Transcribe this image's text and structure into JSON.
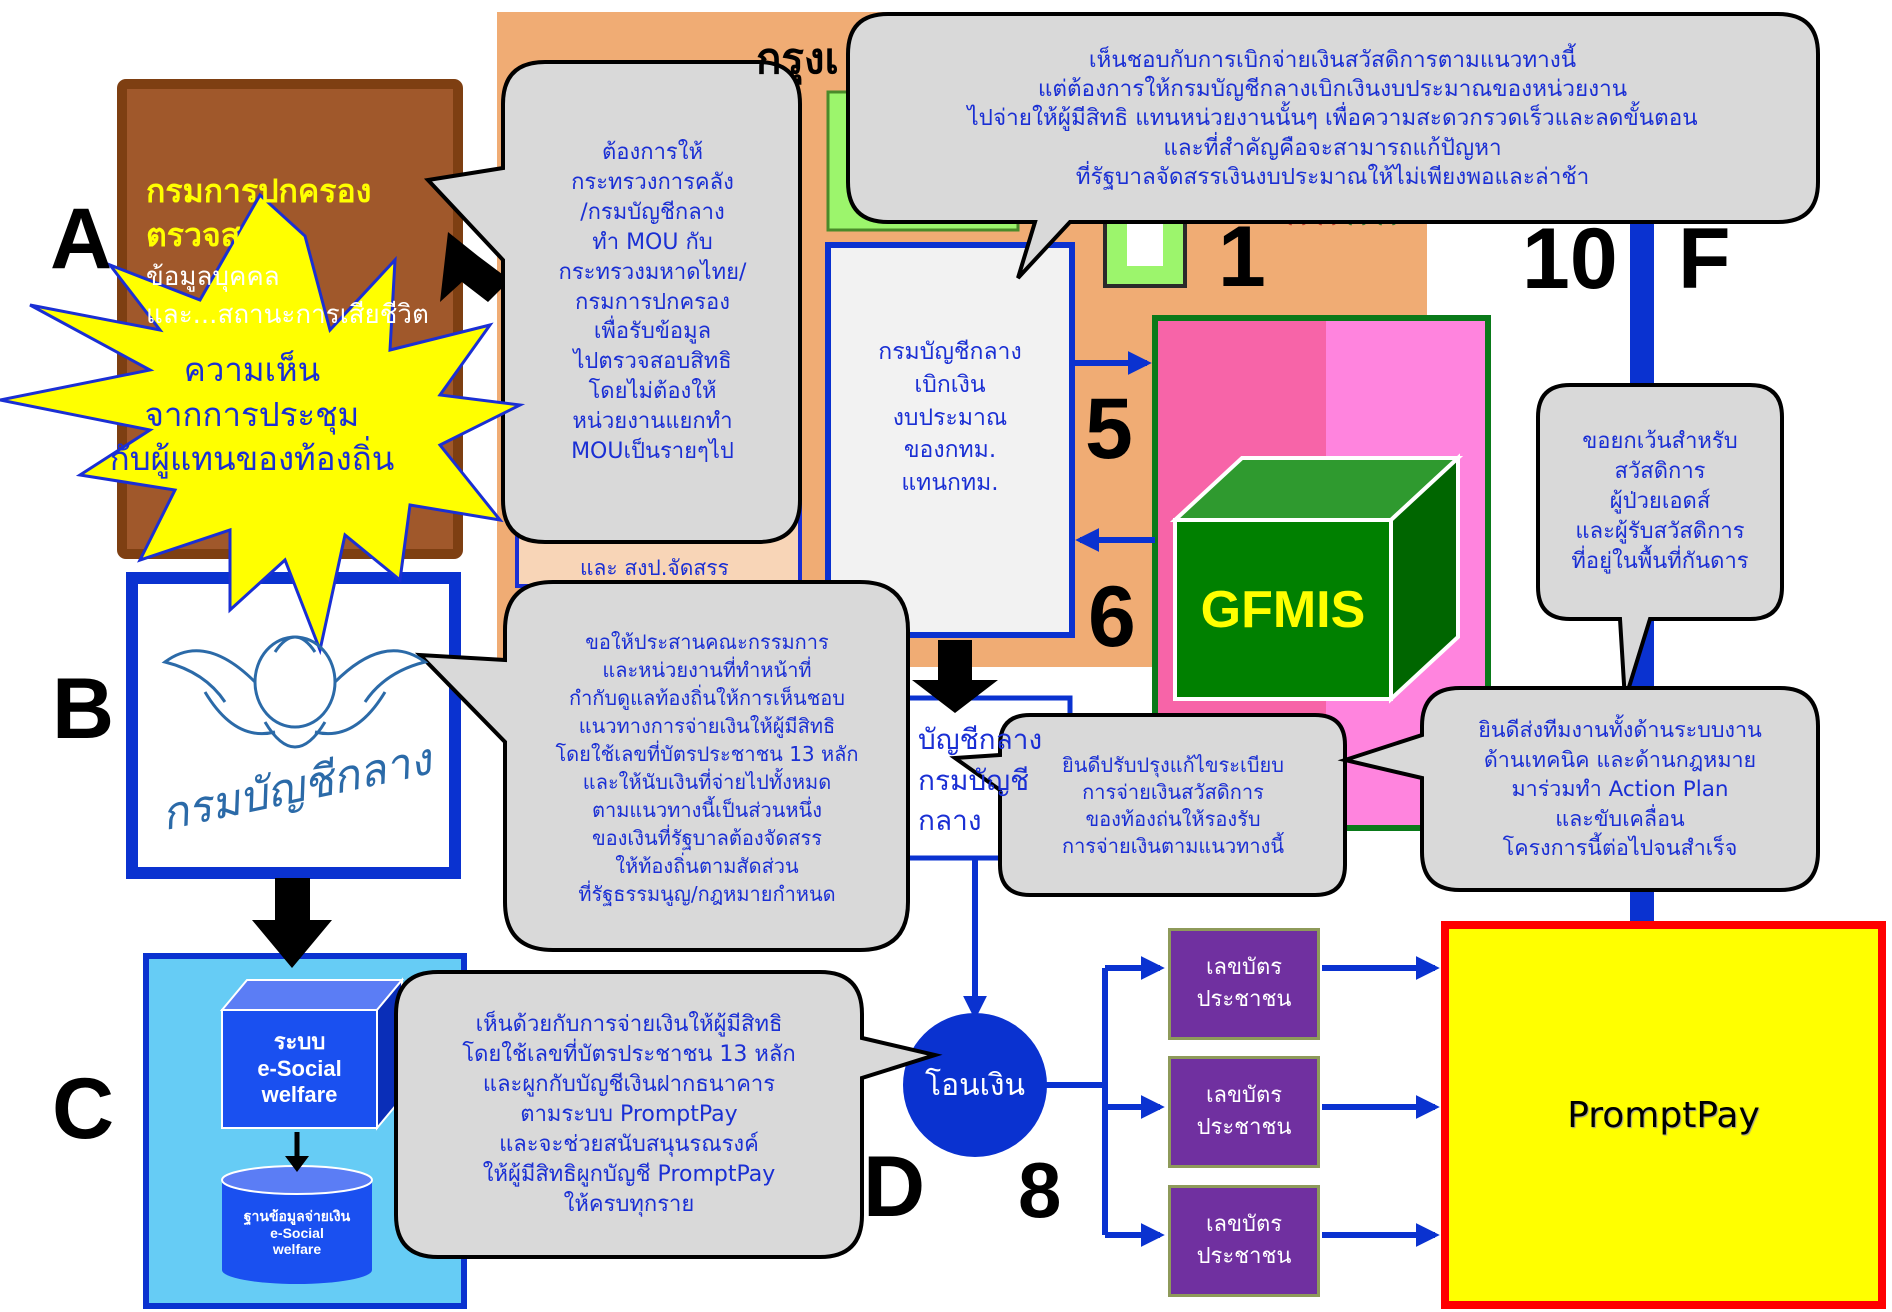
{
  "colors": {
    "arrow_blue": "#0a32d0",
    "bubble_fill": "#d9d9d9",
    "bubble_text": "#1a2fd4",
    "starburst": "#ffff00",
    "dopa_box": "#a0582b",
    "bma_area": "#f0ac74",
    "gfmis_frame": "#ff84de",
    "gfmis_cube": "#008000",
    "gfmis_text": "#ffff00",
    "promptpay_fill": "#ffff00",
    "promptpay_border": "#ff0000",
    "idcard_fill": "#7030a0",
    "esocial_panel": "#66ccf5"
  },
  "row_labels": {
    "a": "A",
    "b": "B",
    "c": "C",
    "d": "D",
    "f": "F"
  },
  "step_numbers": {
    "one": "1",
    "five": "5",
    "six": "6",
    "eight": "8",
    "ten": "10"
  },
  "top": {
    "title_partial": "กรุงเ"
  },
  "dopa": {
    "title_line1": "กรมการปกครอง",
    "title_line2": "ตรวจสอบ",
    "body_line1": "ข้อมูลบุคคล",
    "body_line2": "และ...สถานะการเสียชีวิต"
  },
  "starburst": {
    "text": "ความเห็น\nจากการประชุม\nกับผู้แทนของท้องถิ่น"
  },
  "cgd_box": {
    "text": "กรมบัญชีกลาง\nเบิกเงิน\nงบประมาณ\nของกทม.\nแทนกทม."
  },
  "hidden_box": {
    "text": "และ สงป.จัดสรร"
  },
  "cgd_logo": {
    "caption": "กรมบัญชีกลาง"
  },
  "ministry_box": {
    "text": "บัญชีกลาง\nกรมบัญชีกลาง"
  },
  "gfmis": {
    "label": "GFMIS"
  },
  "esocial": {
    "system": "ระบบ\ne-Social\nwelfare",
    "database": "ฐานข้อมูลจ่ายเงิน\ne-Social\nwelfare"
  },
  "transfer": {
    "label": "โอนเงิน"
  },
  "idcards": [
    "เลขบัตร\nประชาชน",
    "เลขบัตร\nประชาชน",
    "เลขบัตร\nประชาชน"
  ],
  "promptpay": {
    "label": "PromptPay"
  },
  "bubbles": {
    "top_right": "เห็นชอบกับการเบิกจ่ายเงินสวัสดิการตามแนวทางนี้\nแต่ต้องการให้กรมบัญชีกลางเบิกเงินงบประมาณของหน่วยงาน\nไปจ่ายให้ผู้มีสิทธิ แทนหน่วยงานนั้นๆ เพื่อความสะดวกรวดเร็วและลดขั้นตอน\nและที่สำคัญคือจะสามารถแก้ปัญหา\nที่รัฐบาลจัดสรรเงินงบประมาณให้ไม่เพียงพอและล่าช้า",
    "mou": "ต้องการให้\nกระทรวงการคลัง\n/กรมบัญชีกลาง\nทำ MOU กับ\nกระทรวงมหาดไทย/\nกรมการปกครอง\nเพื่อรับข้อมูล\nไปตรวจสอบสิทธิ\nโดยไม่ต้องให้\nหน่วยงานแยกทำ\nMOUเป็นรายๆไป",
    "committee": "ขอให้ประสานคณะกรรมการ\nและหน่วยงานที่ทำหน้าที่\nกำกับดูแลท้องถิ่นให้การเห็นชอบ\nแนวทางการจ่ายเงินให้ผู้มีสิทธิ\nโดยใช้เลขที่บัตรประชาชน 13 หลัก\nและให้นับเงินที่จ่ายไปทั้งหมด\nตามแนวทางนี้เป็นส่วนหนึ่ง\nของเงินที่รัฐบาลต้องจัดสรร\nให้ท้องถิ่นตามสัดส่วน\nที่รัฐธรรมนูญ/กฎหมายกำหนด",
    "regulation": "ยินดีปรับปรุงแก้ไขระเบียบ\nการจ่ายเงินสวัสดิการ\nของท้องถ่นให้รองรับ\nการจ่ายเงินตามแนวทางนี้",
    "exception": "ขอยกเว้นสำหรับ\nสวัสดิการ\nผู้ป่วยเอดส์\nและผู้รับสวัสดิการ\nที่อยู่ในพื้นที่กันดาร",
    "team": "ยินดีส่งทีมงานทั้งด้านระบบงาน\nด้านเทคนิค และด้านกฎหมาย\nมาร่วมทำ Action Plan\nและขับเคลื่อน\nโครงการนี้ต่อไปจนสำเร็จ",
    "promptpay": "เห็นด้วยกับการจ่ายเงินให้ผู้มีสิทธิ\nโดยใช้เลขที่บัตรประชาชน 13 หลัก\nและผูกกับบัญชีเงินฝากธนาคาร\nตามระบบ PromptPay\nและจะช่วยสนับสนุนรณรงค์\nให้ผู้มีสิทธิผูกบัญชี PromptPay\nให้ครบทุกราย"
  }
}
